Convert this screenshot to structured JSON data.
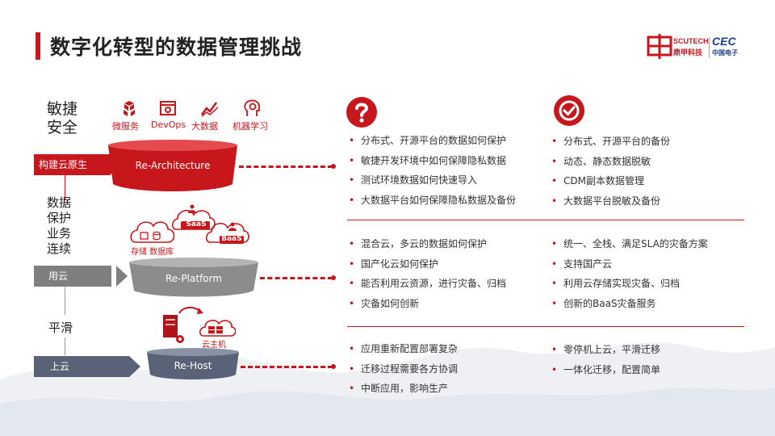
{
  "header": {
    "title": "数字化转型的数据管理挑战"
  },
  "logo": {
    "scutech": "SCUTECH",
    "dingjia": "鼎甲科技",
    "cec": "CEC",
    "cec_sub": "中国电子"
  },
  "left": {
    "agile": "敏捷安全",
    "data_protection": "数据保护业务连续",
    "smooth": "平滑",
    "tags": {
      "cloud_native": "构建云原生",
      "use_cloud": "用云",
      "to_cloud": "上云"
    }
  },
  "features": [
    {
      "label": "微服务",
      "icon": "cubes-icon"
    },
    {
      "label": "DevOps",
      "icon": "devops-icon"
    },
    {
      "label": "大数据",
      "icon": "chart-line-icon"
    },
    {
      "label": "机器学习",
      "icon": "brain-gear-icon"
    }
  ],
  "layers": {
    "architecture": "Re-Architecture",
    "platform": "Re-Platform",
    "host": "Re-Host"
  },
  "clouds": {
    "saas": "SaaS",
    "baas": "BaaS",
    "storage": "存储 数据库",
    "cloud_host": "云主机"
  },
  "colors": {
    "accent": "#c8161d",
    "gray_tag": "#7f7f7f",
    "slate_tag": "#596277"
  },
  "questions": {
    "arch": [
      "分布式、开源平台的数据如何保护",
      "敏捷开发环境中如何保障隐私数据",
      "测试环境数据如何快速导入",
      "大数据平台如何保障隐私数据及备份"
    ],
    "platform": [
      "混合云，多云的数据如何保护",
      "国产化云如何保护",
      "能否利用云资源，进行灾备、归档",
      "灾备如何创新"
    ],
    "host": [
      "应用重新配置部署复杂",
      "迁移过程需要各方协调",
      "中断应用，影响生产"
    ]
  },
  "solutions": {
    "arch": [
      "分布式、开源平台的备份",
      "动态、静态数据脱敏",
      "CDM副本数据管理",
      "大数据平台脱敏及备份"
    ],
    "platform": [
      "统一、全栈、满足SLA的灾备方案",
      "支持国产云",
      "利用云存储实现灾备、归档",
      "创新的BaaS灾备服务"
    ],
    "host": [
      "零停机上云，平滑迁移",
      "一体化迁移，配置简单"
    ]
  }
}
